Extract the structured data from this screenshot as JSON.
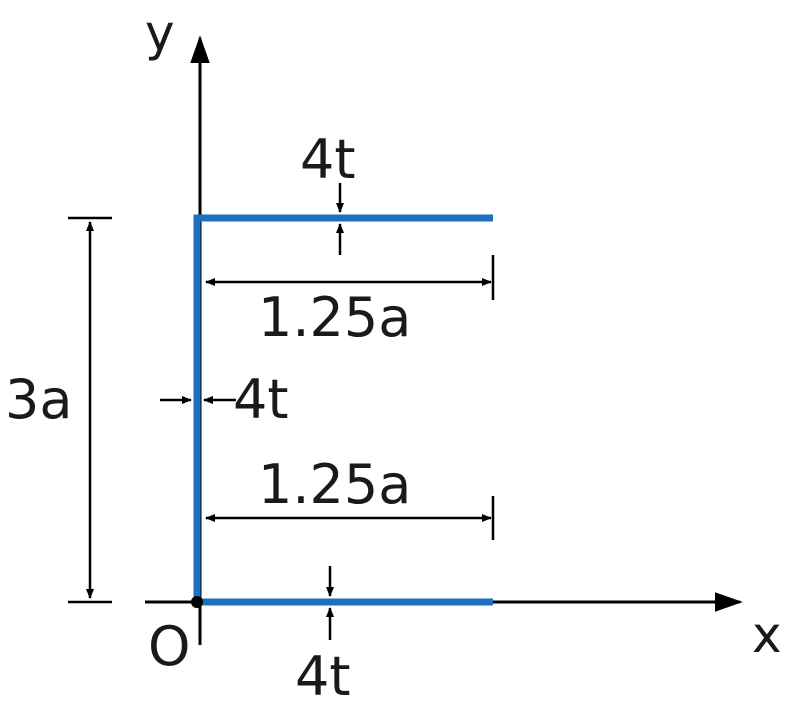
{
  "diagram": {
    "axes": {
      "x_label": "x",
      "y_label": "y",
      "origin_label": "O"
    },
    "dimensions": {
      "height": "3a",
      "top_flange_thickness": "4t",
      "web_thickness": "4t",
      "bottom_flange_thickness": "4t",
      "top_flange_length": "1.25a",
      "bottom_flange_length": "1.25a"
    },
    "colors": {
      "section": "#1f6fbf",
      "lines": "#000000",
      "text": "#1a1a1a"
    }
  }
}
